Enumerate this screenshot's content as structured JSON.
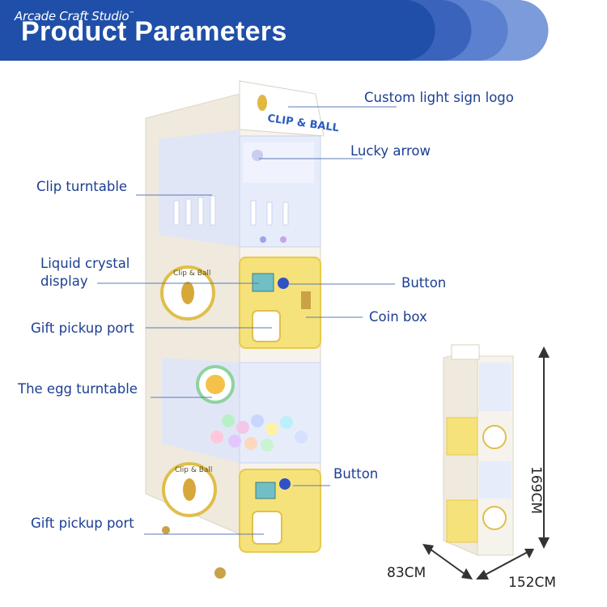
{
  "header": {
    "brand": "Arcade Craft Studio",
    "brand_mark": "™",
    "title": "Product Parameters"
  },
  "machine_sign": "CLIP & BALL",
  "side_logo": "Clip & Ball",
  "labels": {
    "custom_light_sign_logo": "Custom light sign logo",
    "lucky_arrow": "Lucky arrow",
    "clip_turntable": "Clip turntable",
    "lcd_line1": "Liquid crystal",
    "lcd_line2": "display",
    "button_upper": "Button",
    "coin_box": "Coin box",
    "gift_pickup_upper": "Gift pickup port",
    "egg_turntable": "The egg turntable",
    "button_lower": "Button",
    "gift_pickup_lower": "Gift pickup port"
  },
  "dimensions": {
    "height": "169CM",
    "depth": "83CM",
    "width": "152CM"
  },
  "colors": {
    "banner_blue": "#1f4fa8",
    "banner_light": "#6f92d6",
    "label_text": "#1b3f92",
    "cabinet_white": "#f3f0e8",
    "panel_yellow": "#f6e27a",
    "glass_blue": "#dfe6f8"
  }
}
